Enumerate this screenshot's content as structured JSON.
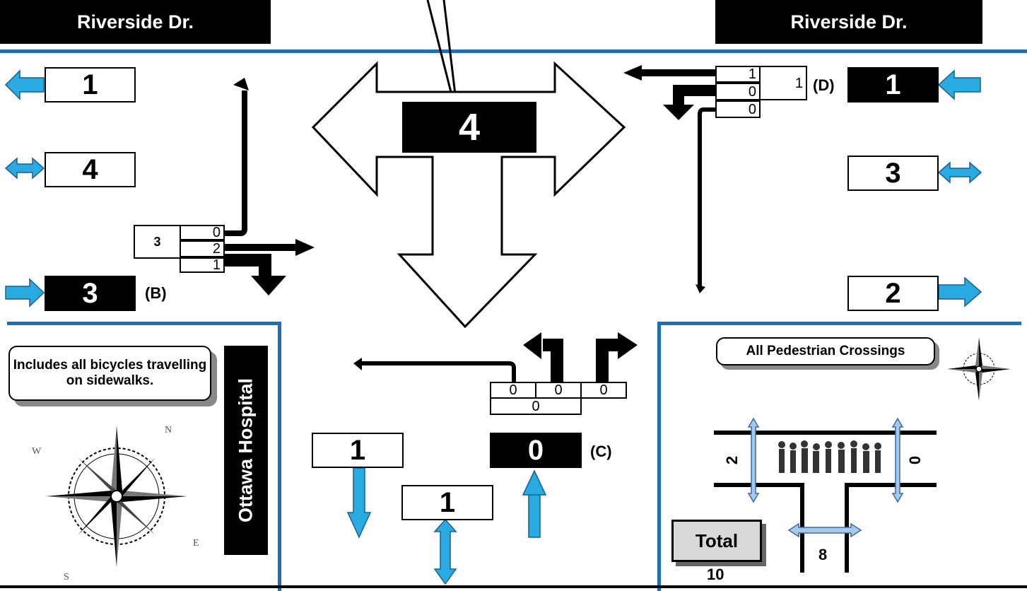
{
  "streets": {
    "left": "Riverside Dr.",
    "right": "Riverside Dr."
  },
  "side_label": "Ottawa Hospital",
  "note": "Includes all bicycles travelling on sidewalks.",
  "ped_title": "All Pedestrian Crossings",
  "center_total": "4",
  "west": {
    "out": "1",
    "both": "4",
    "in": "3",
    "label": "(B)",
    "approach_total": "3",
    "movements": [
      "0",
      "2",
      "1"
    ]
  },
  "east": {
    "in": "1",
    "both": "3",
    "out": "2",
    "label": "(D)",
    "approach_total": "1",
    "movements": [
      "1",
      "0",
      "0"
    ]
  },
  "south": {
    "out": "1",
    "both": "1",
    "in": "0",
    "label": "(C)",
    "movements": [
      "0",
      "0",
      "0"
    ],
    "approach_total": "0"
  },
  "pedestrians": {
    "west": "2",
    "east": "0",
    "south": "8",
    "total_label": "Total",
    "total": "10"
  },
  "colors": {
    "arrow_blue": "#29abe2",
    "divider_blue": "#1f6fb5"
  }
}
